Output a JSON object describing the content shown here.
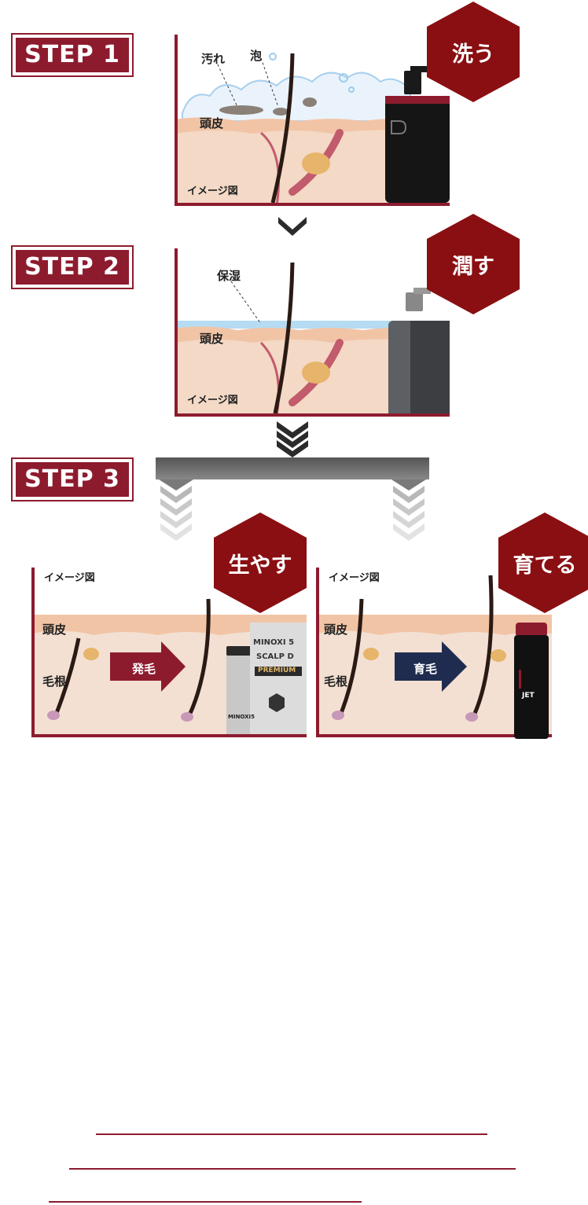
{
  "steps": [
    {
      "label": "STEP 1",
      "action": "洗う"
    },
    {
      "label": "STEP 2",
      "action": "潤す"
    },
    {
      "label": "STEP 3"
    }
  ],
  "step1": {
    "dirt": "汚れ",
    "foam": "泡",
    "scalp": "頭皮",
    "image_note": "イメージ図"
  },
  "step2": {
    "moisture": "保湿",
    "scalp": "頭皮",
    "image_note": "イメージ図"
  },
  "step3": {
    "left": {
      "action": "生やす",
      "image_note": "イメージ図",
      "scalp": "頭皮",
      "root": "毛根",
      "arrow": "発毛",
      "product_brand": "SCALP D",
      "product_name": "MINOXI 5",
      "product_grade": "PREMIUM",
      "product_bottle": "MINOXI5"
    },
    "right": {
      "action": "育てる",
      "image_note": "イメージ図",
      "scalp": "頭皮",
      "root": "毛根",
      "arrow": "育毛",
      "product_name": "JET"
    }
  },
  "colors": {
    "brand": "#8d1b2e",
    "hex": "#8a0f12",
    "skin": "#f3d9c6",
    "skin_top": "#f2c4a6",
    "arrow_red": "#8d1b2e",
    "arrow_navy": "#1f2c4f"
  }
}
